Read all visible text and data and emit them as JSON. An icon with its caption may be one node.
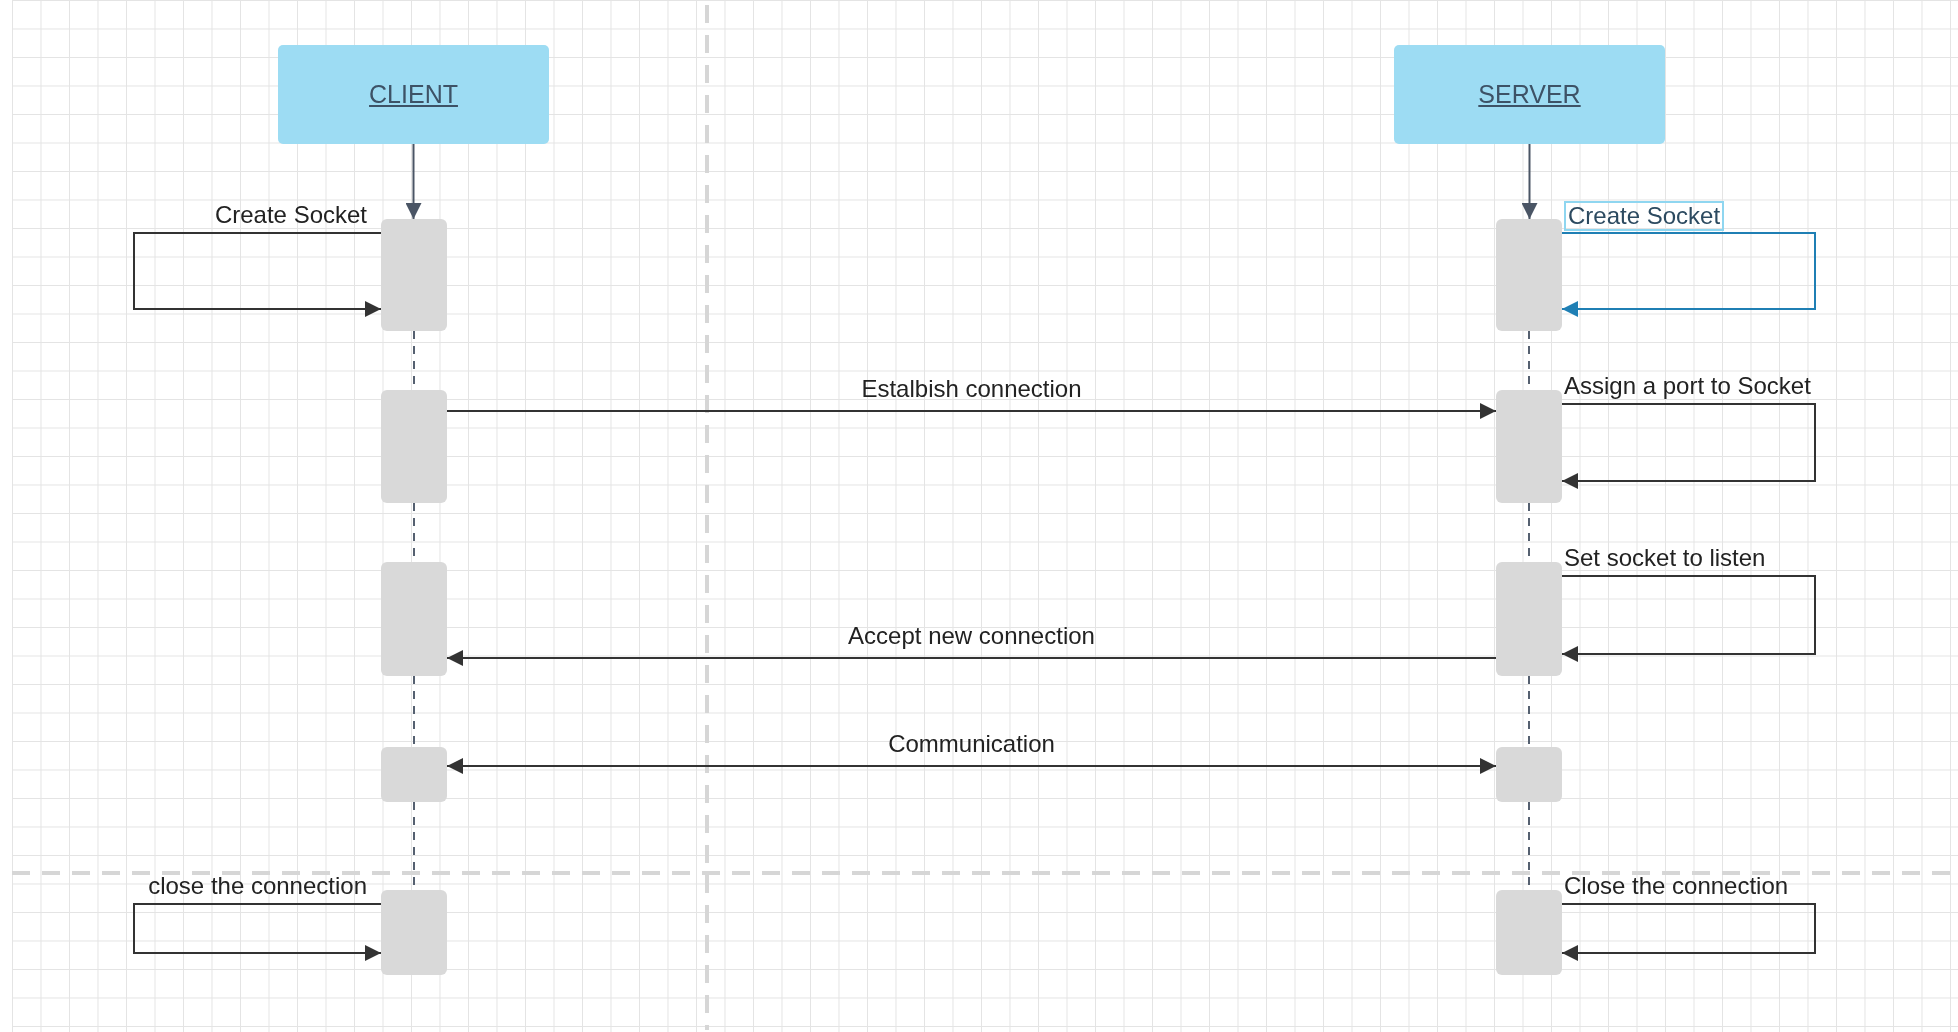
{
  "diagram": {
    "nodes": [
      {
        "text": [
          "CLIENT"
        ]
      },
      {
        "text": [
          "SERVER"
        ]
      },
      {
        "text": [],
        "shape": "box"
      },
      {
        "text": [],
        "shape": "box"
      },
      {
        "text": [],
        "shape": "box"
      },
      {
        "text": [],
        "shape": "box"
      },
      {
        "text": [],
        "shape": "box"
      },
      {
        "text": [],
        "shape": "box"
      },
      {
        "text": [],
        "shape": "box"
      },
      {
        "text": [],
        "shape": "box"
      },
      {
        "text": [],
        "shape": "box"
      },
      {
        "text": [],
        "shape": "box"
      }
    ],
    "edges": [
      {
        "from": 0,
        "to": 2,
        "arrow": "to"
      },
      {
        "from": 1,
        "to": 3,
        "arrow": "to"
      },
      {
        "from": 2,
        "to": 2,
        "arrow": "to",
        "label": "Create Socket"
      },
      {
        "from": 3,
        "to": 3,
        "arrow": "to",
        "label": "Create Socket",
        "color": "#1f7fb4"
      },
      {
        "from": 2,
        "to": 4,
        "arrow": "none",
        "style": "dashed"
      },
      {
        "from": 3,
        "to": 5,
        "arrow": "none",
        "style": "dashed"
      },
      {
        "from": 4,
        "to": 5,
        "arrow": "to",
        "label": "Estalbish connection"
      },
      {
        "from": 5,
        "to": 5,
        "arrow": "to",
        "label": "Assign a port to Socket"
      },
      {
        "from": 4,
        "to": 6,
        "arrow": "none",
        "style": "dashed"
      },
      {
        "from": 5,
        "to": 7,
        "arrow": "none",
        "style": "dashed"
      },
      {
        "from": 7,
        "to": 7,
        "arrow": "to",
        "label": "Set socket to listen"
      },
      {
        "from": 7,
        "to": 6,
        "arrow": "to",
        "label": "Accept new connection"
      },
      {
        "from": 6,
        "to": 8,
        "arrow": "none",
        "style": "dashed"
      },
      {
        "from": 7,
        "to": 9,
        "arrow": "none",
        "style": "dashed"
      },
      {
        "from": 8,
        "to": 9,
        "arrow": "both",
        "label": "Communication"
      },
      {
        "from": 8,
        "to": 10,
        "arrow": "none",
        "style": "dashed"
      },
      {
        "from": 9,
        "to": 11,
        "arrow": "none",
        "style": "dashed"
      },
      {
        "from": 10,
        "to": 10,
        "arrow": "to",
        "label": "close the connection"
      },
      {
        "from": 11,
        "to": 11,
        "arrow": "to",
        "label": "Close the connection"
      }
    ]
  }
}
